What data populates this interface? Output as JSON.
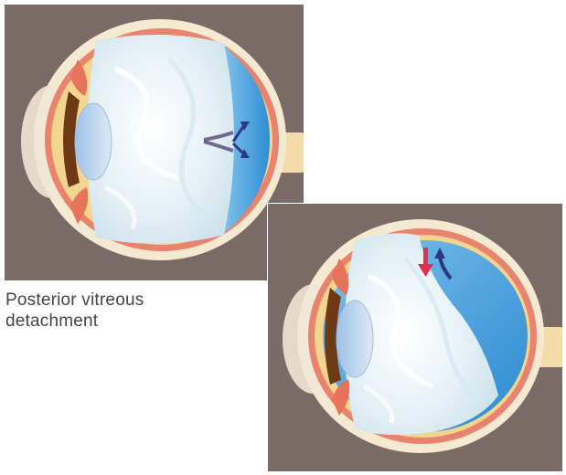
{
  "caption": {
    "line1": "Posterior vitreous",
    "line2": "detachment"
  },
  "panels": [
    {
      "name": "attached-vitreous-eye",
      "arrow_icons": [
        "dark-blue-arrows-icon"
      ]
    },
    {
      "name": "detached-vitreous-eye",
      "arrow_icons": [
        "red-down-arrow-icon",
        "dark-blue-curved-arrow-icon"
      ]
    }
  ],
  "colors": {
    "panel_background": "#7b6b66",
    "sclera": "#f5e9d2",
    "choroid": "#e8836e",
    "retina": "#f3d58f",
    "vitreous": "#e9f3f7",
    "fluid": "#3a9edb",
    "lens": "#bcd6ef",
    "iris": "#6e3a16",
    "arrow_dark": "#2a3a86",
    "arrow_red": "#e03050",
    "caption_text": "#444446"
  }
}
